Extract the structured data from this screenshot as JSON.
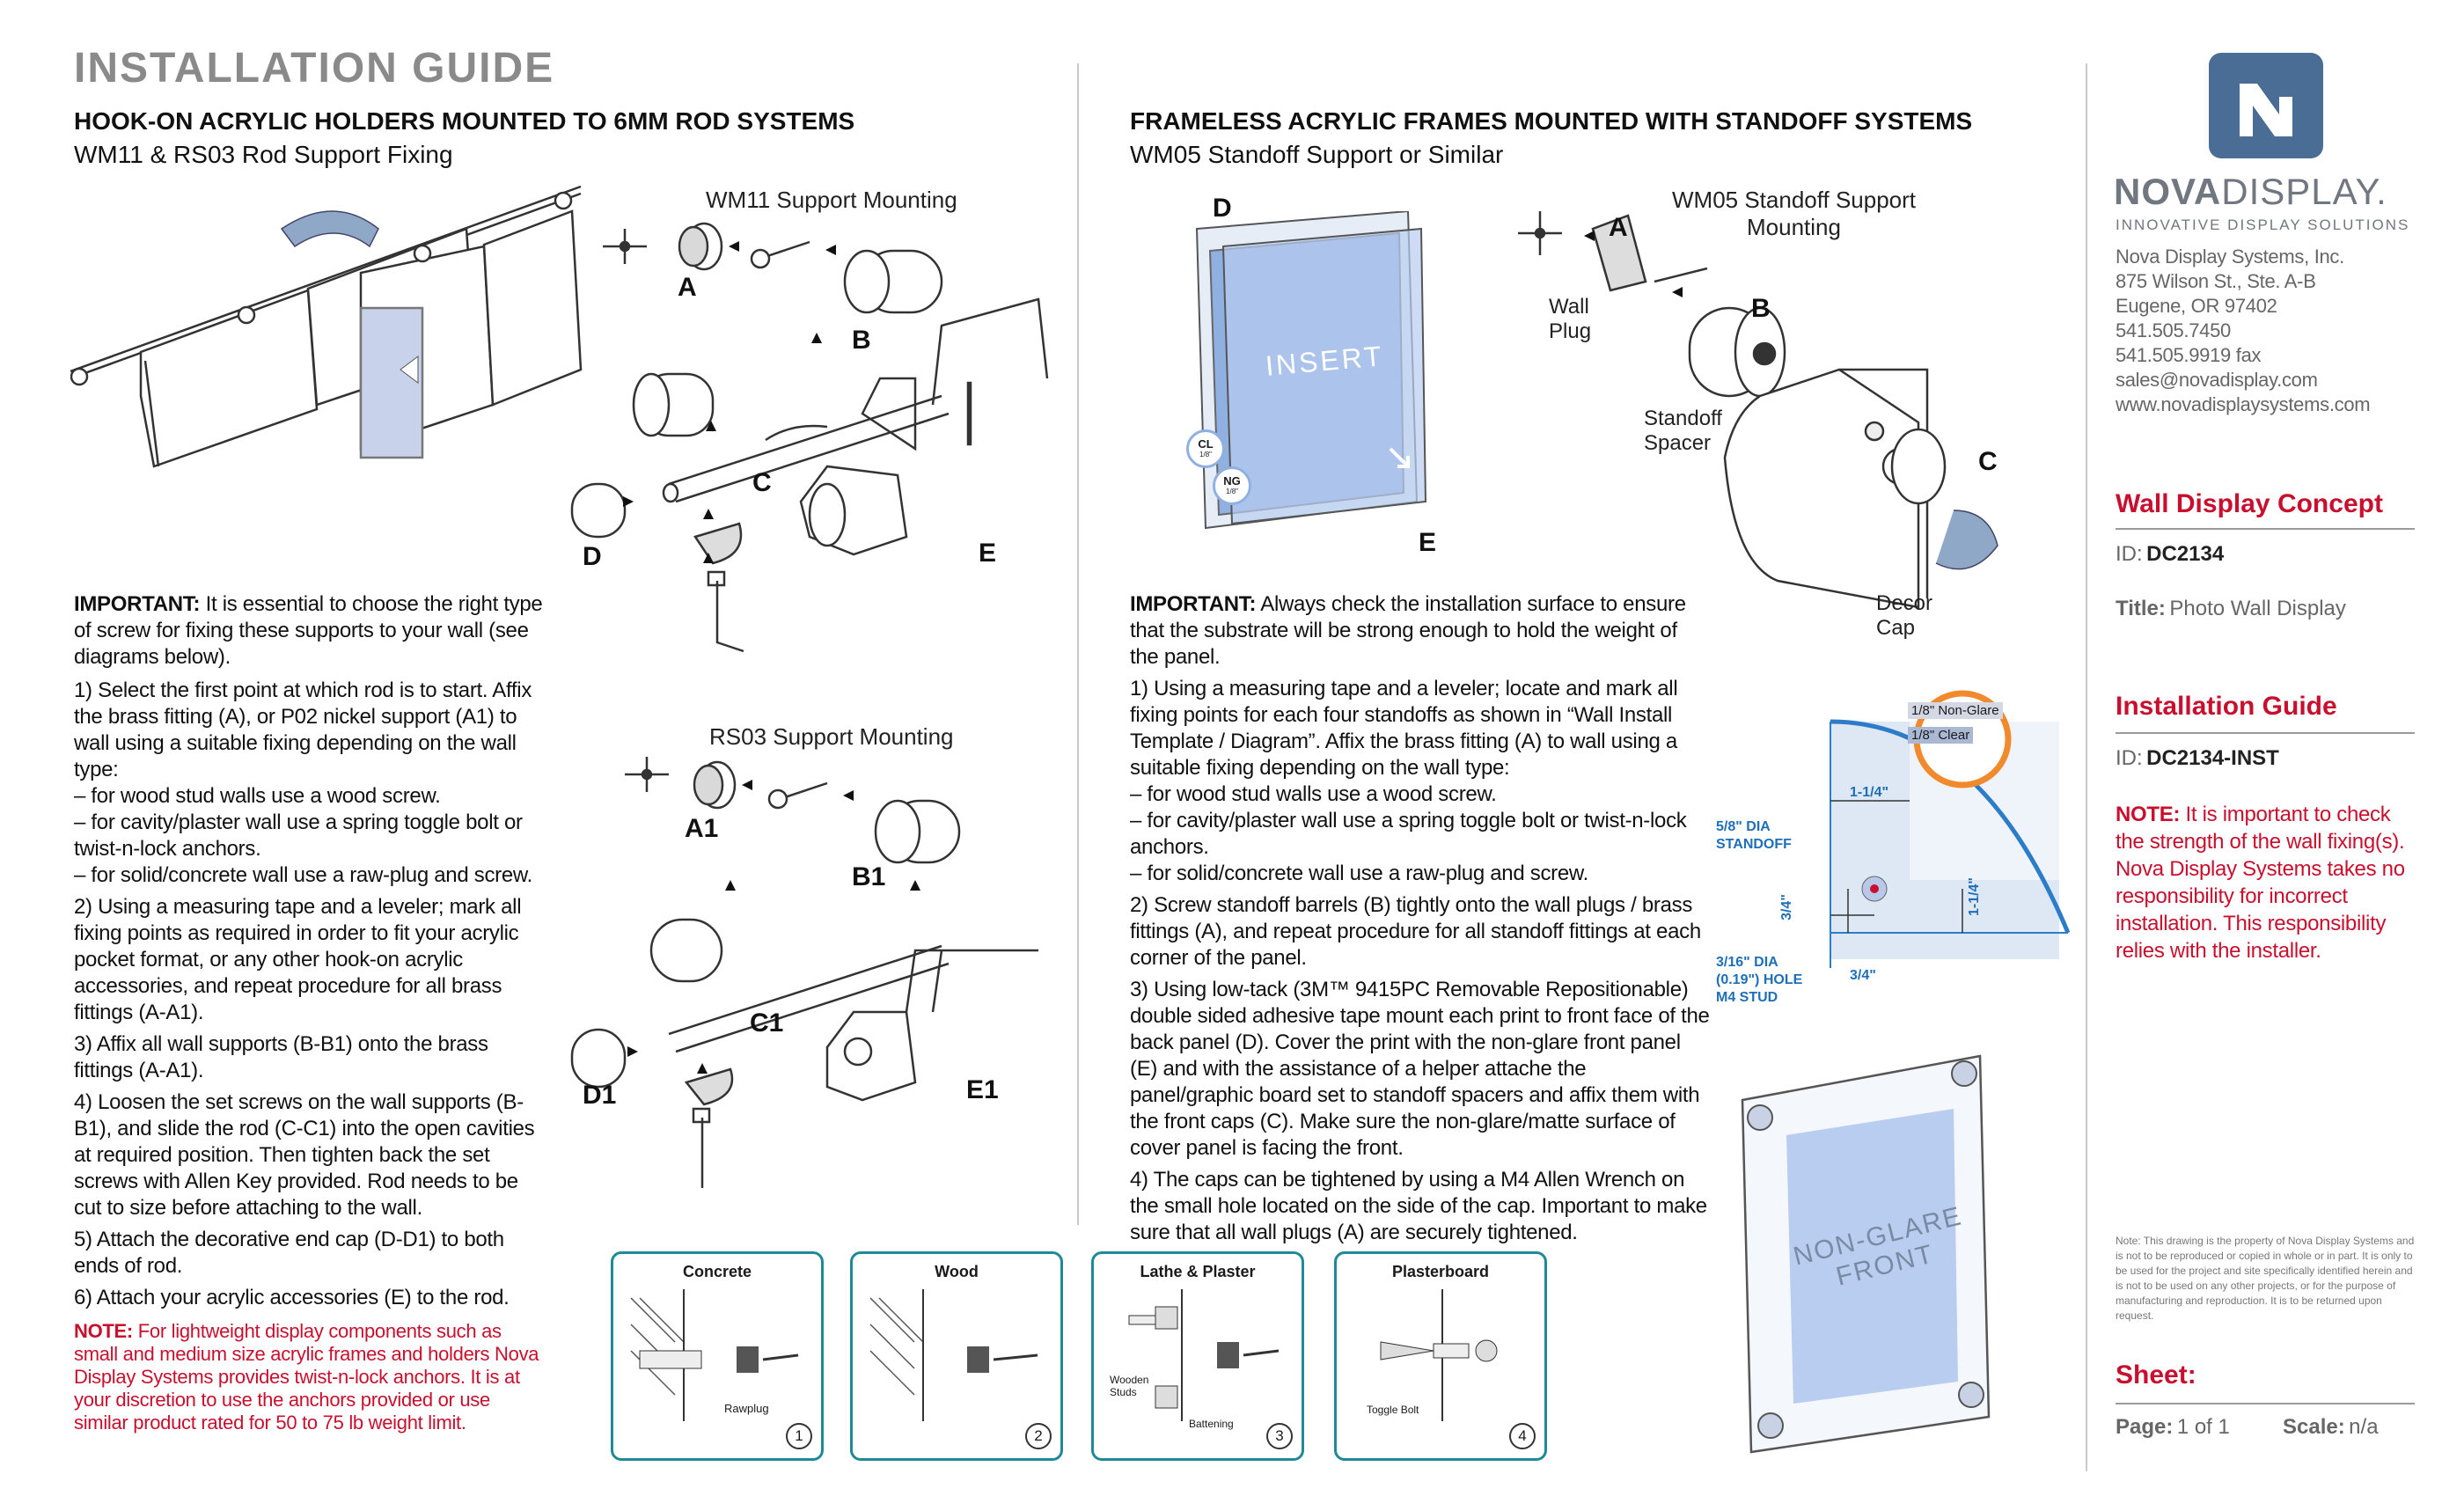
{
  "header": {
    "title": "INSTALLATION GUIDE"
  },
  "left_section": {
    "heading": "HOOK-ON ACRYLIC HOLDERS MOUNTED TO 6MM ROD SYSTEMS",
    "subheading": "WM11 & RS03 Rod Support Fixing",
    "fig1_label": "WM11 Support Mounting",
    "fig2_label": "RS03 Support Mounting",
    "fig1_letters": [
      "A",
      "B",
      "C",
      "D",
      "E"
    ],
    "fig2_letters": [
      "A1",
      "B1",
      "C1",
      "D1",
      "E1"
    ],
    "important_label": "IMPORTANT:",
    "important_text": "It is essential to choose the right type of screw for fixing these supports to your wall (see diagrams below).",
    "steps": [
      "1) Select the first point at which rod is to start. Affix the brass fitting (A), or P02 nickel support (A1) to wall using a suitable fixing depending on the wall type:",
      "– for wood stud walls use a wood screw.",
      "– for cavity/plaster wall use a spring toggle bolt or twist-n-lock anchors.",
      "– for solid/concrete wall use a raw-plug and screw.",
      "2) Using a measuring tape and a leveler; mark all fixing points as required in order to fit your acrylic pocket format, or any other hook-on acrylic accessories, and repeat procedure for all brass fittings (A-A1).",
      "3) Affix all wall supports (B-B1) onto the brass fittings (A-A1).",
      "4) Loosen the set screws on the wall supports (B-B1), and slide the rod (C-C1) into the open cavities at required position. Then tighten back the set screws with Allen Key provided. Rod needs to be cut to size before attaching to the wall.",
      "5) Attach the decorative end cap (D-D1) to both ends of rod.",
      "6) Attach your acrylic accessories (E) to the rod."
    ],
    "note_label": "NOTE:",
    "note_text": "For lightweight display components such as small and medium size acrylic frames and holders Nova Display Systems provides twist-n-lock anchors. It is at your discretion to use the anchors provided or use similar product rated for 50 to 75 lb weight limit."
  },
  "right_section": {
    "heading": "FRAMELESS ACRYLIC FRAMES MOUNTED WITH STANDOFF SYSTEMS",
    "subheading": "WM05 Standoff Support or Similar",
    "fig_label": "WM05 Standoff Support\nMounting",
    "insert_text": "INSERT",
    "badge_cl": "CL",
    "badge_ng": "NG",
    "badge_small": "1/8\"",
    "letters": [
      "D",
      "E",
      "A",
      "B",
      "C"
    ],
    "wall_plug": "Wall\nPlug",
    "standoff_spacer": "Standoff\nSpacer",
    "decor_cap": "Decor\nCap",
    "dims": {
      "non_glare": "1/8\" Non-Glare",
      "clear": "1/8\" Clear",
      "d1": "1-1/4\"",
      "d2": "1-1/4\"",
      "d3": "3/4\"",
      "d4": "3/4\"",
      "standoff_dia": "5/8\" DIA\nSTANDOFF",
      "hole": "3/16\" DIA\n(0.19\") HOLE\nM4 STUD"
    },
    "non_glare_front": "NON-GLARE\nFRONT",
    "important_label": "IMPORTANT:",
    "important_text": "Always check the installation surface to ensure that the substrate will be strong enough to hold the weight of the panel.",
    "steps": [
      "1) Using a measuring tape and a leveler; locate and mark all fixing points for each four standoffs as shown in “Wall Install Template / Diagram”. Affix the brass fitting (A) to wall using a suitable fixing depending on the wall type:",
      "– for wood stud walls use a wood screw.",
      "– for cavity/plaster wall use a spring toggle bolt or twist-n-lock anchors.",
      "– for solid/concrete wall use a raw-plug and screw.",
      "2) Screw standoff barrels (B) tightly onto the wall plugs / brass fittings (A), and repeat procedure for all standoff fittings at each corner of the panel.",
      "3) Using low-tack (3M™ 9415PC Removable Repositionable) double sided adhesive tape mount each print to front face of the back panel (D). Cover the print with the non-glare front panel (E) and with the assistance of a helper attache the panel/graphic board set to standoff spacers and affix them with the front caps (C). Make sure the non-glare/matte surface of cover panel is facing the front.",
      "4) The caps can be tightened by using a M4 Allen Wrench on the small hole located on the side of the cap. Important to make sure that all wall plugs (A) are securely tightened."
    ]
  },
  "wall_types": [
    {
      "title": "Concrete",
      "num": "1",
      "extra": [
        "Rawplug"
      ]
    },
    {
      "title": "Wood",
      "num": "2",
      "extra": []
    },
    {
      "title": "Lathe & Plaster",
      "num": "3",
      "extra": [
        "Wooden\nStuds",
        "Battening"
      ]
    },
    {
      "title": "Plasterboard",
      "num": "4",
      "extra": [
        "Toggle Bolt"
      ]
    }
  ],
  "title_block": {
    "brand_bold": "NOVA",
    "brand_light": "DISPLAY.",
    "tagline": "INNOVATIVE DISPLAY SOLUTIONS",
    "contact": [
      "Nova Display Systems, Inc.",
      "875 Wilson St., Ste. A-B",
      "Eugene, OR 97402",
      "541.505.7450",
      "541.505.9919 fax",
      "sales@novadisplay.com",
      "www.novadisplaysystems.com"
    ],
    "concept_heading": "Wall Display Concept",
    "id_label": "ID:",
    "concept_id": "DC2134",
    "title_label": "Title:",
    "concept_title": "Photo Wall Display",
    "guide_heading": "Installation Guide",
    "guide_id": "DC2134-INST",
    "note_label": "NOTE:",
    "note_text": "It is important to check the strength of the wall fixing(s). Nova Display Systems takes no responsibility for incorrect installation. This responsibility relies with the installer.",
    "legal": "Note: This drawing is the property of Nova Display Systems and is not to be reproduced or copied in whole or in part. It is only to be used for the project and site specifically identified herein and is not to be used on any other projects, or for the purpose of manufacturing and reproduction. It is to be returned upon request.",
    "sheet_label": "Sheet:",
    "page_label": "Page:",
    "page_value": "1 of 1",
    "scale_label": "Scale:",
    "scale_value": "n/a"
  },
  "colors": {
    "accent_red": "#c8102e",
    "brand_blue": "#4a6d95",
    "teal_border": "#1f8a96",
    "dim_blue": "#1f6fb8",
    "callout_orange": "#f08a2c"
  }
}
